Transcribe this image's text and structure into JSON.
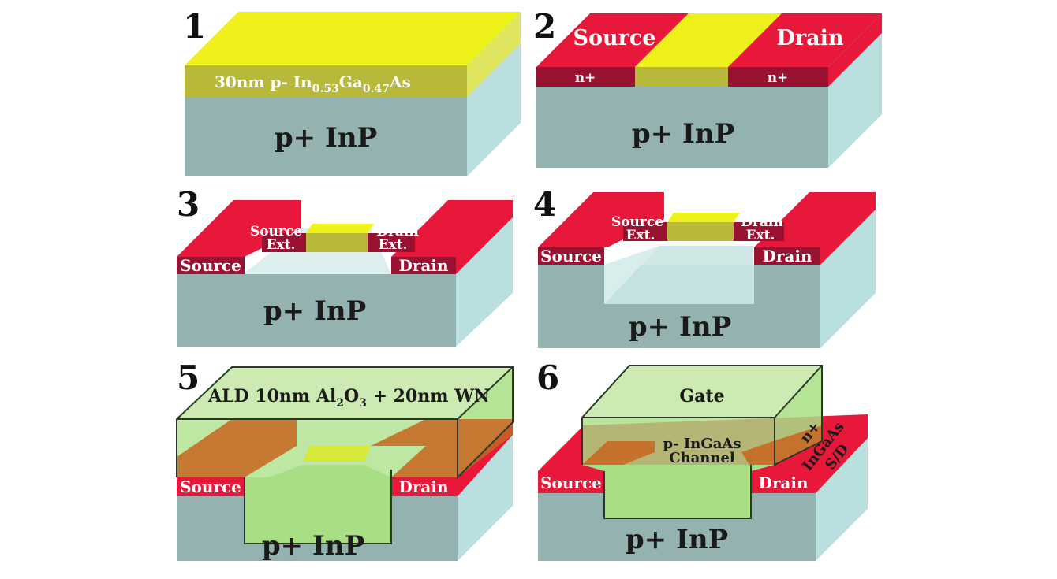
{
  "colors": {
    "substrate_front": "#94b2b0",
    "substrate_side": "#b9e0df",
    "substrate_top": "#d9efee",
    "ingaas_top": "#eef11a",
    "ingaas_front": "#b8b83a",
    "sd_top": "#e8183a",
    "sd_front": "#9a1232",
    "gate_fill": "#a8df85",
    "gate_edge": "#2b3a26"
  },
  "panels": [
    {
      "number": "1",
      "substrate": "p+ InP",
      "layer_label_main": "30nm p- In",
      "layer_sub1": "0.53",
      "layer_mid": "Ga",
      "layer_sub2": "0.47",
      "layer_tail": "As"
    },
    {
      "number": "2",
      "substrate": "p+ InP",
      "source": "Source",
      "drain": "Drain",
      "n_left": "n+",
      "n_right": "n+"
    },
    {
      "number": "3",
      "substrate": "p+ InP",
      "source": "Source",
      "drain": "Drain",
      "source_ext_1": "Source",
      "source_ext_2": "Ext.",
      "drain_ext_1": "Drain",
      "drain_ext_2": "Ext."
    },
    {
      "number": "4",
      "substrate": "p+ InP",
      "source": "Source",
      "drain": "Drain",
      "source_ext_1": "Source",
      "source_ext_2": "Ext.",
      "drain_ext_1": "Drain",
      "drain_ext_2": "Ext."
    },
    {
      "number": "5",
      "substrate": "p+ InP",
      "source": "Source",
      "drain": "Drain",
      "ald_a": "ALD 10nm Al",
      "ald_sub1": "2",
      "ald_b": "O",
      "ald_sub2": "3",
      "ald_c": " + 20nm WN"
    },
    {
      "number": "6",
      "substrate": "p+ InP",
      "source": "Source",
      "drain": "Drain",
      "gate": "Gate",
      "channel_1": "p- InGaAs",
      "channel_2": "Channel",
      "sd_1": "n+",
      "sd_2": "InGaAs",
      "sd_3": "S/D"
    }
  ]
}
